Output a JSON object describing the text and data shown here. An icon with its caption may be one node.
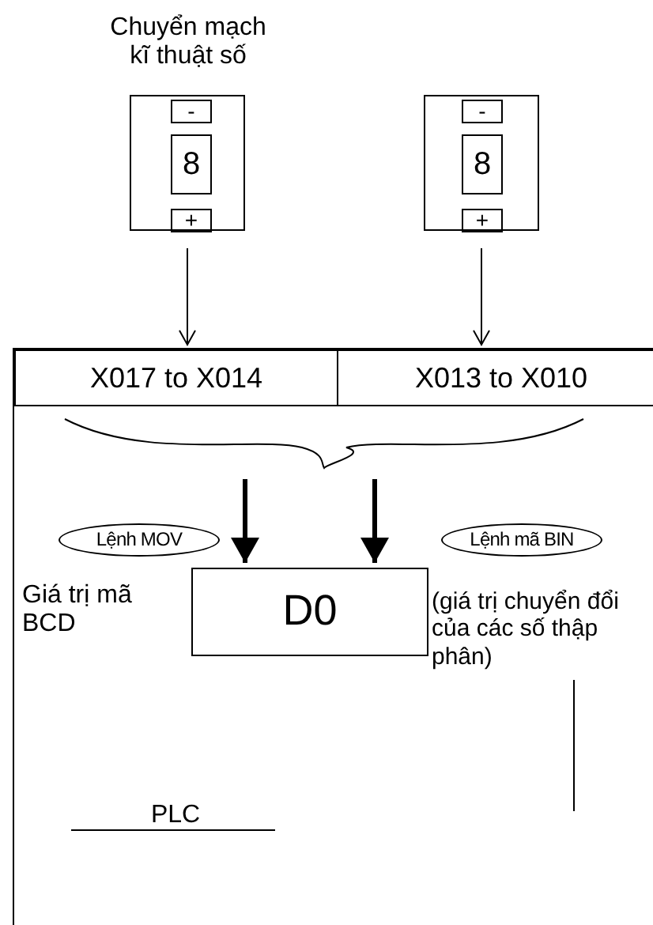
{
  "diagram": {
    "nodes": [
      {
        "text": [
          "Chuyển mạch kĩ thuật số"
        ]
      },
      {
        "text": [
          "-"
        ],
        "in": 0
      },
      {
        "text": [
          "8"
        ],
        "in": 0
      },
      {
        "text": [
          "+"
        ],
        "in": 0
      },
      {
        "text": [],
        "shape": "box"
      },
      {
        "text": [
          "-"
        ],
        "in": 4
      },
      {
        "text": [
          "8"
        ],
        "in": 4
      },
      {
        "text": [
          "+"
        ],
        "in": 4
      },
      {
        "text": [
          "PLC"
        ]
      },
      {
        "text": [
          "X017 to X014"
        ],
        "in": 8
      },
      {
        "text": [
          "X013 to X010"
        ],
        "in": 8
      },
      {
        "text": [],
        "shape": "brace",
        "in": 8
      },
      {
        "text": [
          "Lệnh MOV"
        ],
        "in": 8
      },
      {
        "text": [
          "Lệnh mã BIN"
        ],
        "in": 8
      },
      {
        "text": [
          "D0"
        ],
        "in": 8
      },
      {
        "text": [
          "(giá trị chuyển đổi của các số thập phân)"
        ],
        "in": 8
      }
    ],
    "edges": [
      {
        "from": 0,
        "to": 9,
        "arrow": "to"
      },
      {
        "from": 4,
        "to": 10,
        "arrow": "to"
      },
      {
        "from": 11,
        "to": 14,
        "arrow": "to",
        "style": "thick"
      },
      {
        "from": 11,
        "to": 14,
        "arrow": "to",
        "style": "thick"
      },
      {
        "from": 15,
        "to": null,
        "arrow": "none"
      }
    ],
    "labels": [
      "Giá trị mã BCD"
    ]
  }
}
